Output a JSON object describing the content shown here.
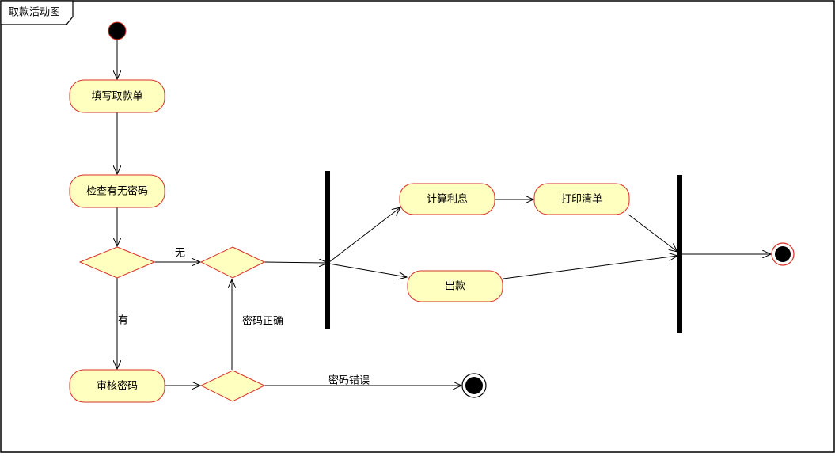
{
  "frame": {
    "title": "取款活动图"
  },
  "colors": {
    "node_fill": "#FFFFC0",
    "node_stroke": "#D93025",
    "line": "#000000",
    "bar": "#000000",
    "background": "#FFFFFF"
  },
  "actions": {
    "fill_form": "填写取款单",
    "check_password": "检查有无密码",
    "verify_password": "审核密码",
    "calc_interest": "计算利息",
    "print_statement": "打印清单",
    "dispense": "出款"
  },
  "edge_labels": {
    "no": "无",
    "yes": "有",
    "password_correct": "密码正确",
    "password_wrong": "密码错误"
  }
}
